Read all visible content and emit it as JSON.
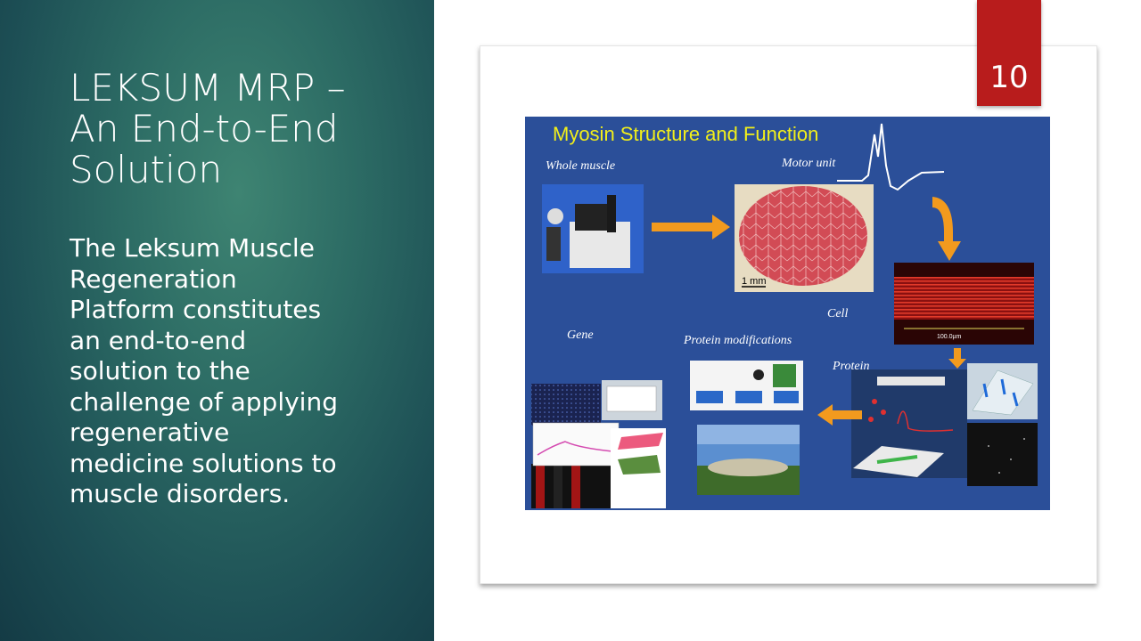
{
  "slide": {
    "title_lines": [
      "LEKSUM MRP –",
      "An End-to-End",
      "Solution"
    ],
    "body_lines": [
      "The Leksum Muscle",
      "Regeneration",
      "Platform constitutes",
      "an end-to-end",
      "solution to the",
      "challenge of applying",
      "regenerative",
      "medicine solutions to",
      "muscle disorders."
    ],
    "page_number": "10"
  },
  "figure": {
    "title": "Myosin Structure and Function",
    "labels": {
      "whole_muscle": "Whole muscle",
      "motor_unit": "Motor unit",
      "cell": "Cell",
      "gene": "Gene",
      "protein_modifications": "Protein modifications",
      "protein": "Protein"
    },
    "scale_bars": {
      "section": "1 mm",
      "cell": "100.0µm"
    },
    "colors": {
      "background": "#2b4f99",
      "title": "#f2ef1a",
      "arrow": "#f29a1e"
    }
  },
  "colors": {
    "panel_dark": "#143b45",
    "panel_light": "#3e8472",
    "page_badge": "#b81c1c"
  }
}
